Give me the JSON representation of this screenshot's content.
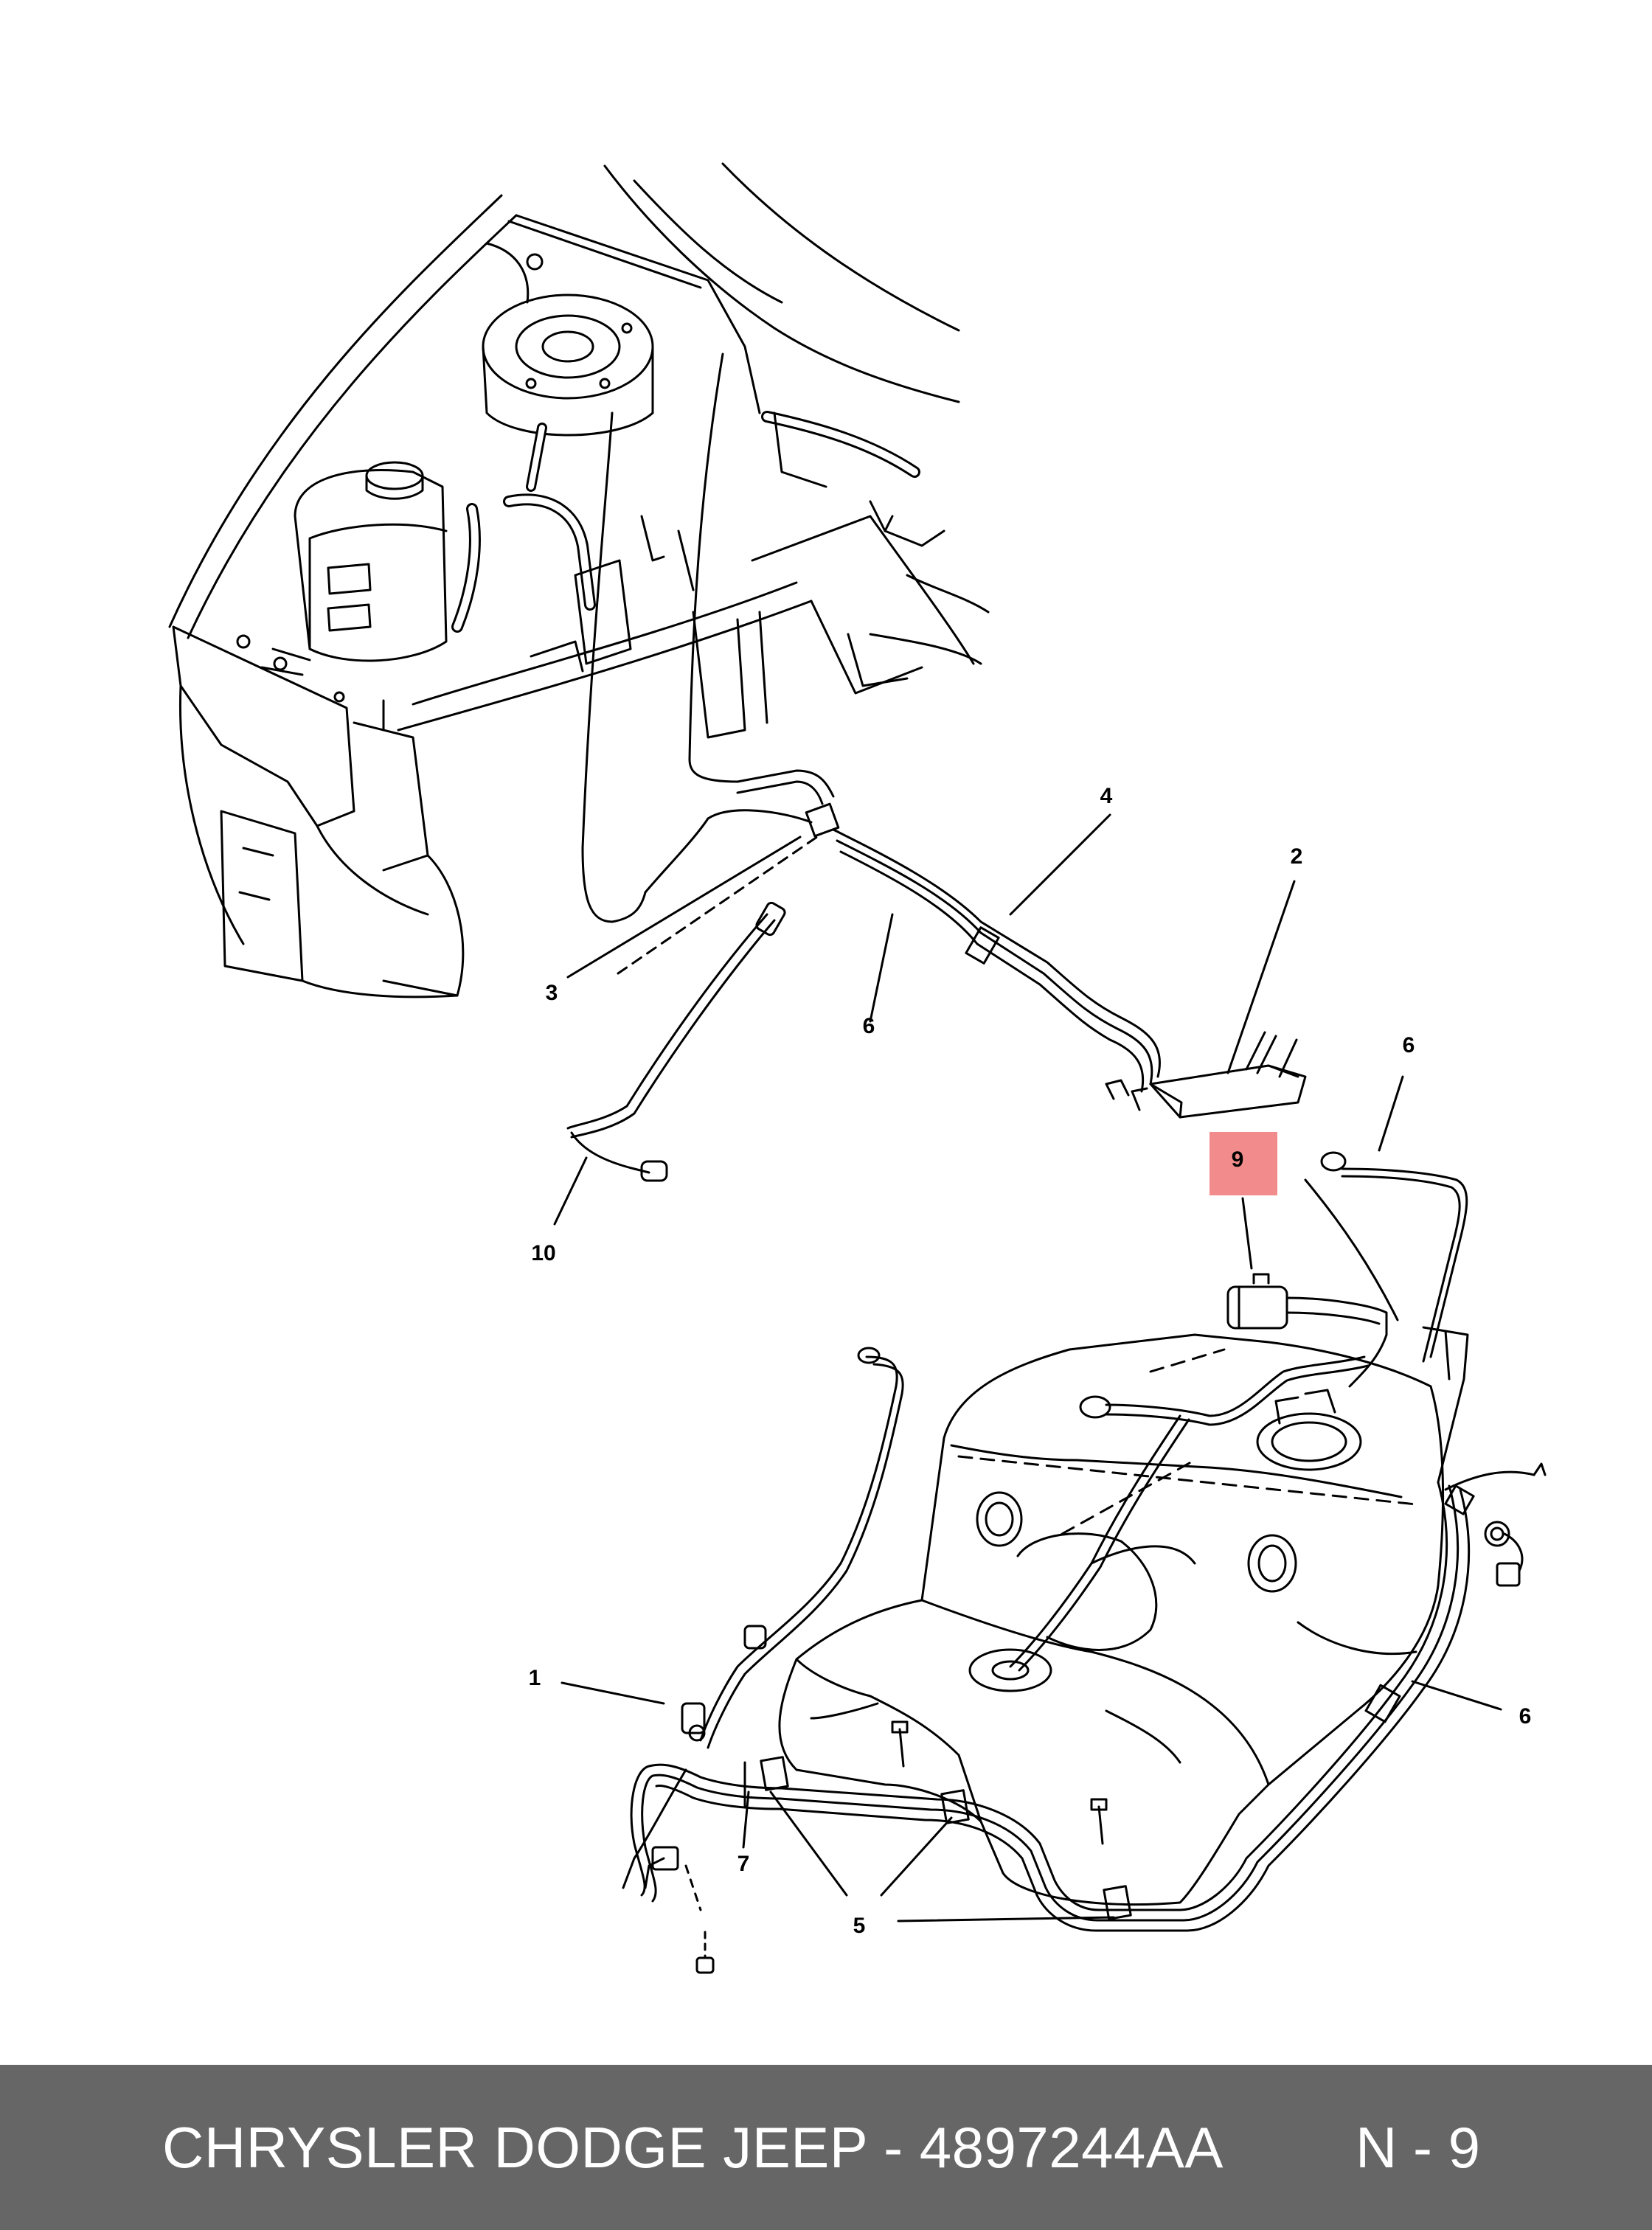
{
  "callouts": {
    "c1": "1",
    "c2": "2",
    "c3": "3",
    "c4": "4",
    "c5": "5",
    "c6a": "6",
    "c6b": "6",
    "c6c": "6",
    "c7": "7",
    "c9": "9",
    "c10": "10"
  },
  "highlight_color": "#f28b8b",
  "footer": {
    "title": "CHRYSLER DODGE JEEP - 4897244AA",
    "page": "N - 9",
    "background": "#666666",
    "text_color": "#ffffff"
  }
}
